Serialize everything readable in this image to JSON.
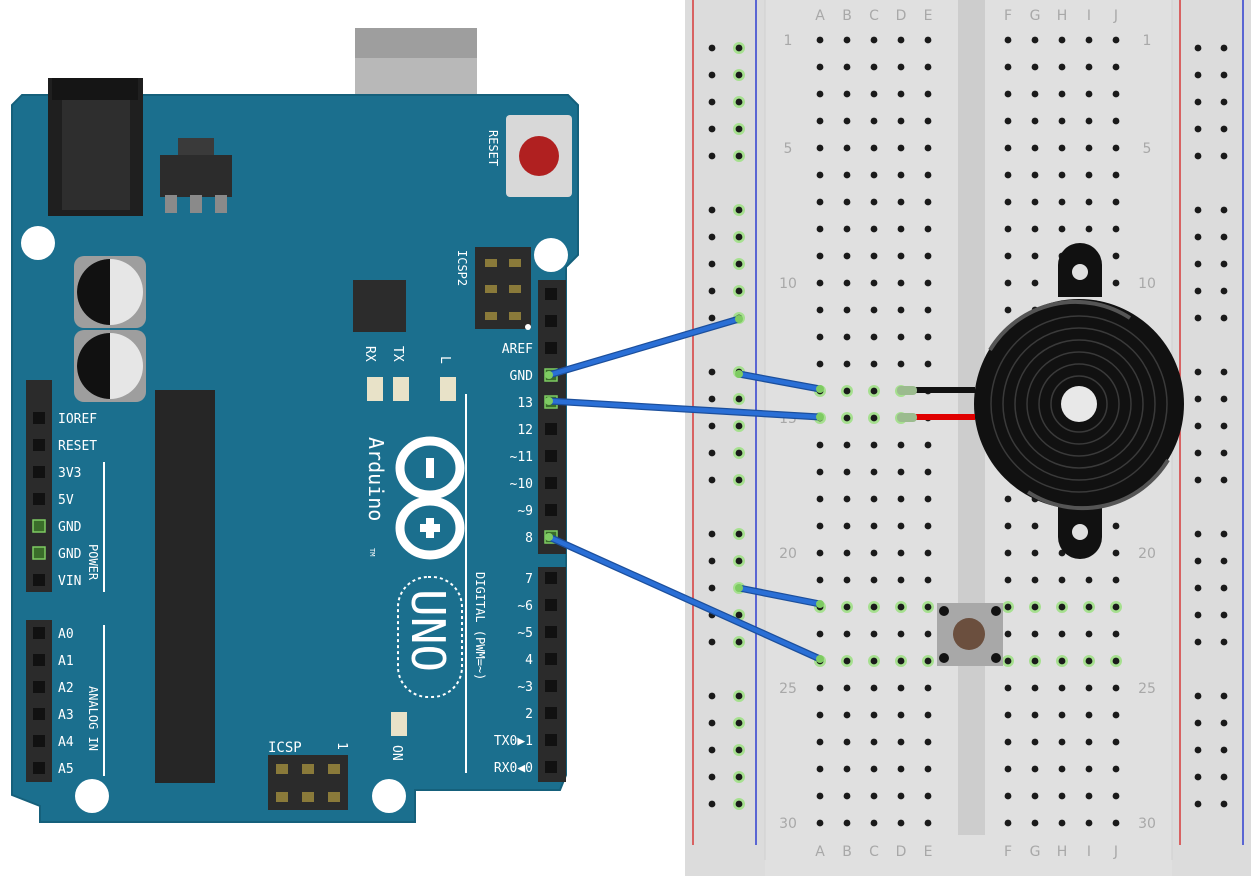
{
  "board": {
    "name": "Arduino UNO",
    "brand": "Arduino",
    "model": "UNO",
    "trademark": "TM",
    "reset_label": "RESET",
    "icsp2_label": "ICSP2",
    "icsp_label": "ICSP",
    "icsp_pin1": "1",
    "rx_label": "RX",
    "tx_label": "TX",
    "l_label": "L",
    "on_label": "ON",
    "power_label": "POWER",
    "analog_label": "ANALOG IN",
    "digital_label": "DIGITAL (PWM=~)",
    "left_pins": [
      "IOREF",
      "RESET",
      "3V3",
      "5V",
      "GND",
      "GND",
      "VIN"
    ],
    "analog_pins": [
      "A0",
      "A1",
      "A2",
      "A3",
      "A4",
      "A5"
    ],
    "digital_top": [
      "AREF",
      "GND",
      "13",
      "12",
      "~11",
      "~10",
      "~9",
      "8"
    ],
    "digital_bottom": [
      "7",
      "~6",
      "~5",
      "4",
      "~3",
      "2",
      "TX0▶1",
      "RX0◀0"
    ],
    "colors": {
      "pcb": "#1b6f8e",
      "pcb_edge": "#15607b"
    }
  },
  "breadboard": {
    "columns_left": [
      "A",
      "B",
      "C",
      "D",
      "E"
    ],
    "columns_right": [
      "F",
      "G",
      "H",
      "I",
      "J"
    ],
    "row_numbers": [
      "1",
      "5",
      "10",
      "15",
      "20",
      "25",
      "30"
    ],
    "rows": 30
  },
  "components": {
    "buzzer": "piezo-buzzer",
    "button": "pushbutton"
  },
  "wires": [
    {
      "from": "GND",
      "to": "power-rail",
      "color": "#2a6fd6"
    },
    {
      "from": "GND-rail",
      "to": "buzzer-negative",
      "color": "#2a6fd6"
    },
    {
      "from": "13",
      "to": "buzzer-positive",
      "color": "#2a6fd6"
    },
    {
      "from": "GND-rail",
      "to": "button",
      "color": "#2a6fd6"
    },
    {
      "from": "8",
      "to": "button",
      "color": "#2a6fd6"
    }
  ]
}
